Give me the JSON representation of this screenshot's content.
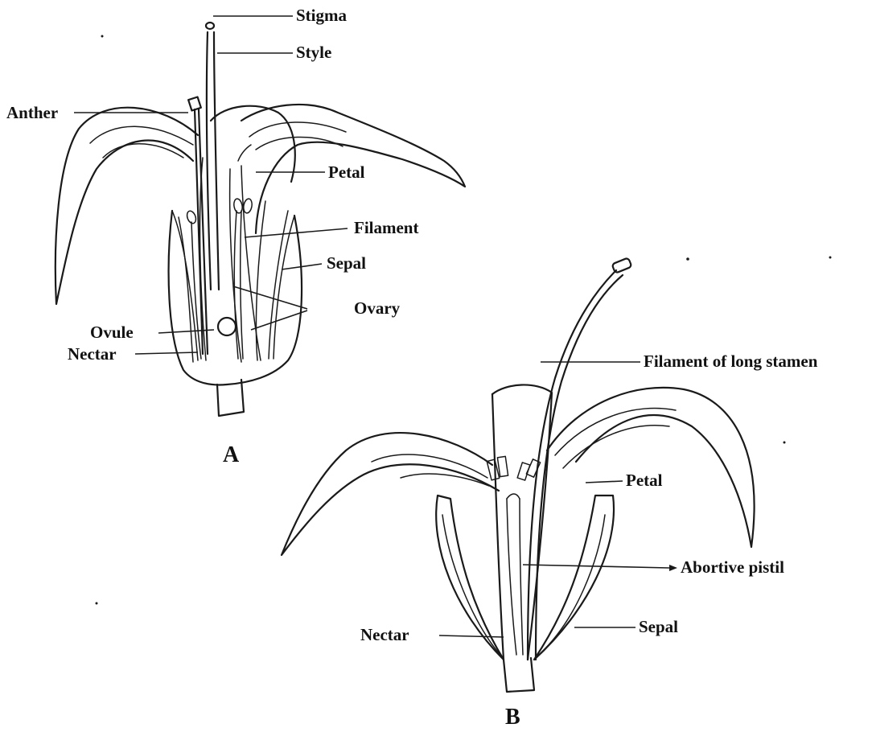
{
  "figure": {
    "flower_a": {
      "caption": "A",
      "labels": {
        "stigma": "Stigma",
        "style": "Style",
        "anther": "Anther",
        "petal": "Petal",
        "filament": "Filament",
        "sepal": "Sepal",
        "ovary": "Ovary",
        "ovule": "Ovule",
        "nectar": "Nectar"
      }
    },
    "flower_b": {
      "caption": "B",
      "labels": {
        "filament_long_stamen": "Filament of long stamen",
        "petal": "Petal",
        "abortive_pistil": "Abortive pistil",
        "sepal": "Sepal",
        "nectar": "Nectar"
      }
    }
  }
}
